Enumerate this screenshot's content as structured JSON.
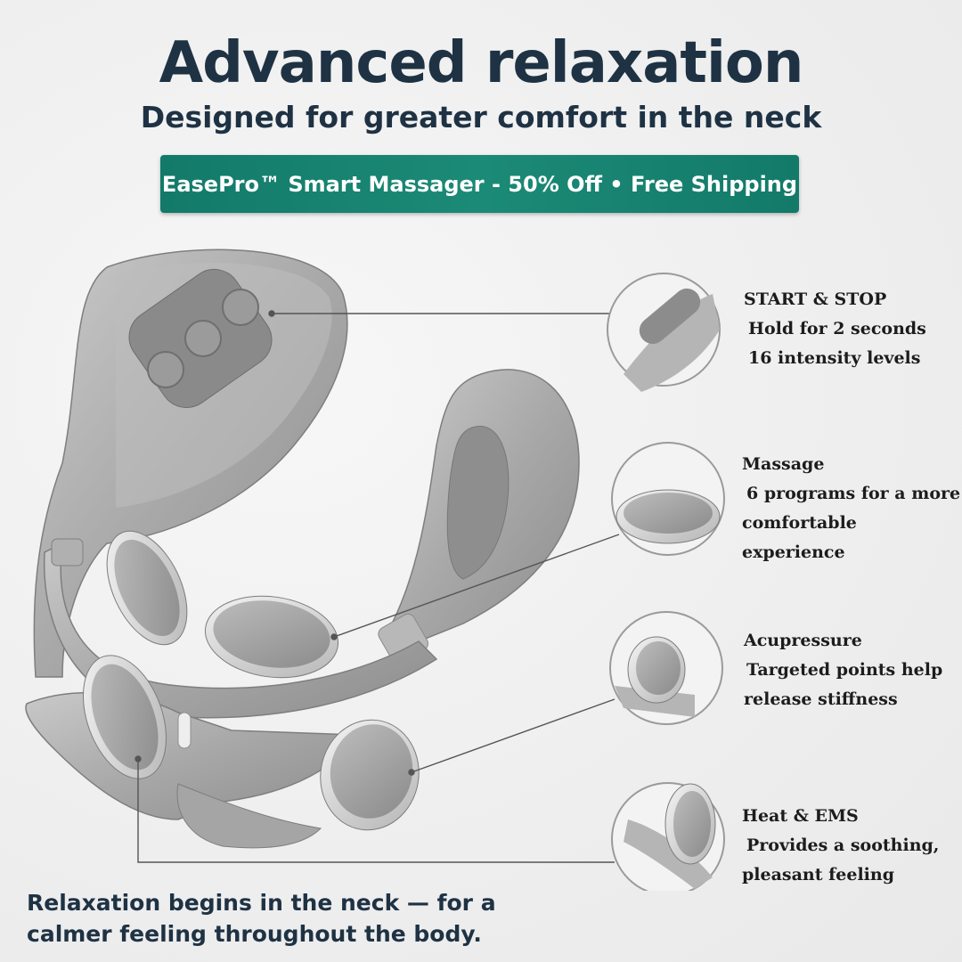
{
  "header": {
    "title": "Advanced relaxation",
    "subtitle": "Designed for greater comfort in the neck"
  },
  "banner": {
    "label": "EasePro™ Smart Massager - 50% Off • Free Shipping",
    "color": "#137a69"
  },
  "features": [
    {
      "heading": "START & STOP",
      "lines": [
        "Hold for 2 seconds",
        "16 intensity levels"
      ]
    },
    {
      "heading": "Massage",
      "lines": [
        "6 programs for a more",
        "comfortable experience"
      ]
    },
    {
      "heading": "Acupressure",
      "lines": [
        "Targeted points help",
        "release stiffness"
      ]
    },
    {
      "heading": "Heat & EMS",
      "lines": [
        "Provides a soothing,",
        "pleasant feeling"
      ]
    }
  ],
  "footer": {
    "line1": "Relaxation begins in the neck — for a",
    "line2": "calmer feeling throughout the body."
  },
  "colors": {
    "text_dark": "#1e3244",
    "device_gray": "#9a9a9a"
  }
}
